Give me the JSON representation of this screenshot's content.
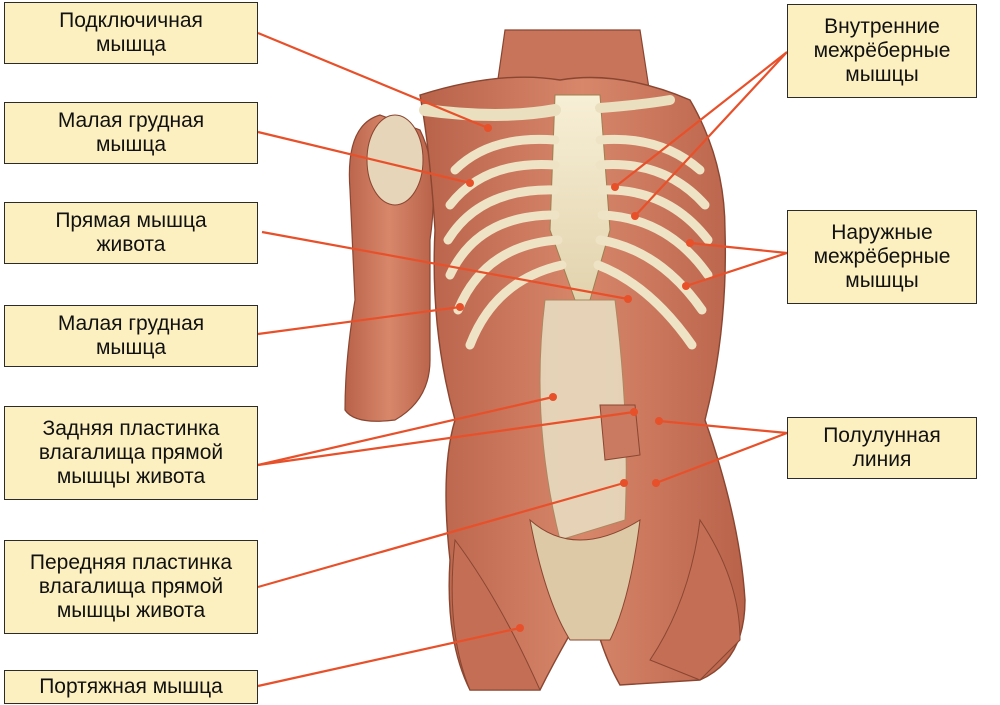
{
  "colors": {
    "label_fill": "#fcf0c0",
    "label_border": "#2b2b2b",
    "leader_line": "#e8502a",
    "muscle": "#c9735a",
    "fascia": "#efe3c6"
  },
  "labels": [
    {
      "id": "subclavius",
      "text": "Подключичная\nмышца"
    },
    {
      "id": "pectoralis-minor-1",
      "text": "Малая грудная\nмышца"
    },
    {
      "id": "rectus-abdominis",
      "text": "Прямая мышца\nживота"
    },
    {
      "id": "pectoralis-minor-2",
      "text": "Малая грудная\nмышца"
    },
    {
      "id": "posterior-sheath",
      "text": "Задняя пластинка\nвлагалища прямой\nмышцы живота"
    },
    {
      "id": "anterior-sheath",
      "text": "Передняя пластинка\nвлагалища прямой\nмышцы живота"
    },
    {
      "id": "sartorius",
      "text": "Портяжная мышца"
    },
    {
      "id": "internal-intercostal",
      "text": "Внутренние\nмежрёберные\nмышцы"
    },
    {
      "id": "external-intercostal",
      "text": "Наружные\nмежрёберные\nмышцы"
    },
    {
      "id": "semilunar-line",
      "text": "Полулунная\nлиния"
    }
  ]
}
